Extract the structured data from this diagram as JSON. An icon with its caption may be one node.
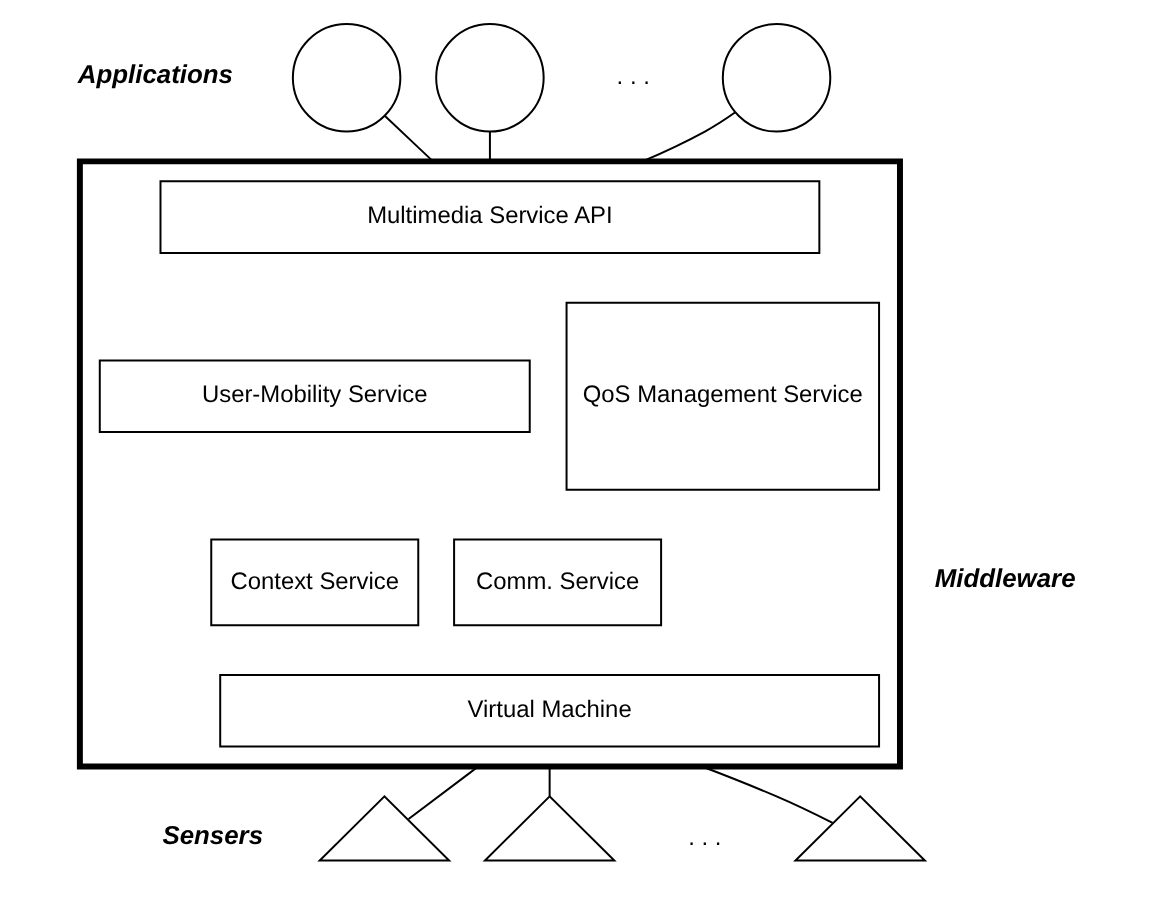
{
  "diagram": {
    "nodes": [
      {
        "text": [],
        "shape": "circle"
      },
      {
        "text": [],
        "shape": "circle"
      },
      {
        "text": [],
        "shape": "circle"
      },
      {
        "text": [],
        "shape": "box"
      },
      {
        "text": [
          "Multimedia Service API"
        ],
        "in": 3
      },
      {
        "text": [
          "User-Mobility Service"
        ],
        "in": 3
      },
      {
        "text": [
          "QoS Management Service"
        ],
        "in": 3
      },
      {
        "text": [
          "Context Service"
        ],
        "in": 3
      },
      {
        "text": [
          "Comm. Service"
        ],
        "in": 3
      },
      {
        "text": [
          "Virtual Machine"
        ],
        "in": 3
      },
      {
        "text": [],
        "shape": "triangle"
      },
      {
        "text": [],
        "shape": "triangle"
      },
      {
        "text": [],
        "shape": "triangle"
      }
    ],
    "edges": [
      {
        "from": 0,
        "to": 3,
        "arrow": "none"
      },
      {
        "from": 1,
        "to": 3,
        "arrow": "none"
      },
      {
        "from": 2,
        "to": 3,
        "arrow": "none"
      },
      {
        "from": 3,
        "to": 10,
        "arrow": "none"
      },
      {
        "from": 3,
        "to": 11,
        "arrow": "none"
      },
      {
        "from": 3,
        "to": 12,
        "arrow": "none"
      }
    ],
    "labels": [
      "Applications",
      ". . .",
      "Middleware",
      "Sensers",
      ". . ."
    ]
  }
}
